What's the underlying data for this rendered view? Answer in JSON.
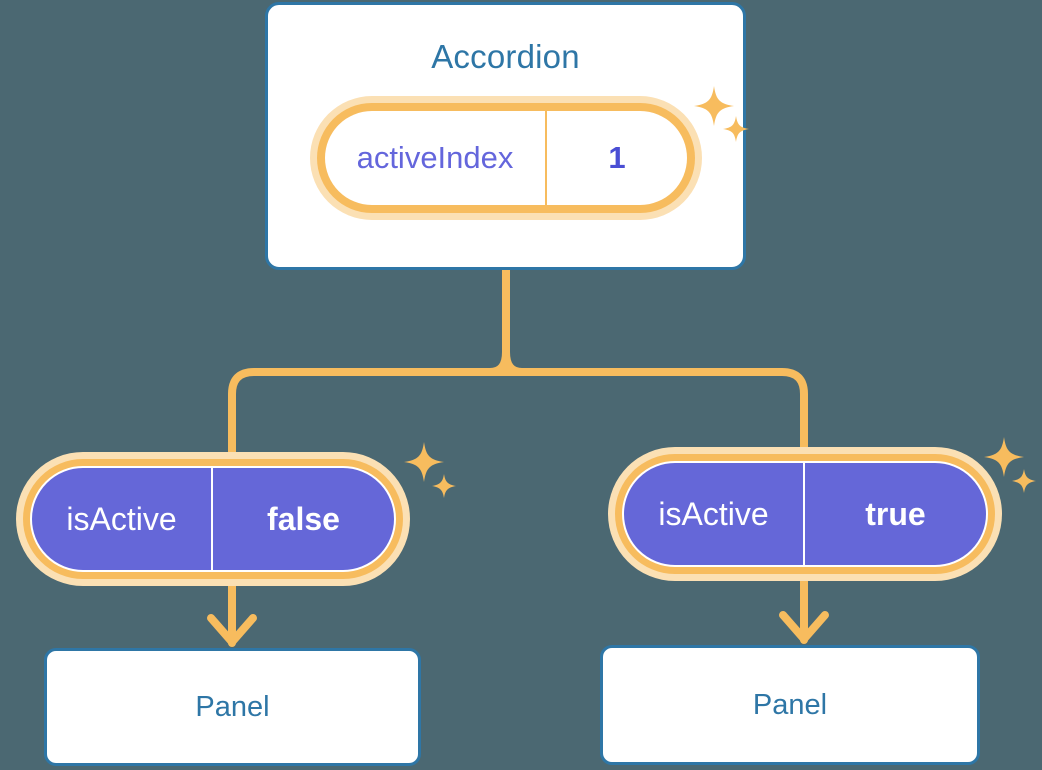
{
  "theme": {
    "background": "#4B6872",
    "card_border": "#2E76A6",
    "card_text": "#2E76A6",
    "accent_orange": "#F7BC5E",
    "accent_peach": "#FBE0B4",
    "purple_fill": "#6567D8",
    "purple_text": "#6466DC",
    "white": "#FFFFFF"
  },
  "root": {
    "title": "Accordion",
    "state": {
      "key": "activeIndex",
      "value": "1"
    }
  },
  "children": [
    {
      "state": {
        "key": "isActive",
        "value": "false"
      },
      "panel": {
        "title": "Panel"
      }
    },
    {
      "state": {
        "key": "isActive",
        "value": "true"
      },
      "panel": {
        "title": "Panel"
      }
    }
  ],
  "icons": {
    "sparkle": "sparkle-icon",
    "arrow_down": "arrow-down-icon"
  }
}
